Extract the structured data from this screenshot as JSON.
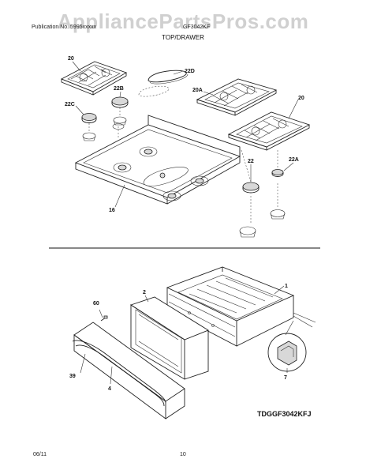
{
  "watermark": "AppliancePartsPros.com",
  "header": {
    "left": "Publication No. 5995xxxxx",
    "right": "GF3042KF",
    "section_title": "TOP/DRAWER"
  },
  "callouts": {
    "c20_left": "20",
    "c22d": "22D",
    "c22b": "22B",
    "c22c": "22C",
    "c20a": "20A",
    "c20_right": "20",
    "c22": "22",
    "c22a": "22A",
    "c16": "16",
    "c1": "1",
    "c2": "2",
    "c60": "60",
    "c39": "39",
    "c4": "4",
    "c7": "7"
  },
  "model_code": "TDGGF3042KFJ",
  "footer": {
    "date": "06/11",
    "page": "10"
  }
}
